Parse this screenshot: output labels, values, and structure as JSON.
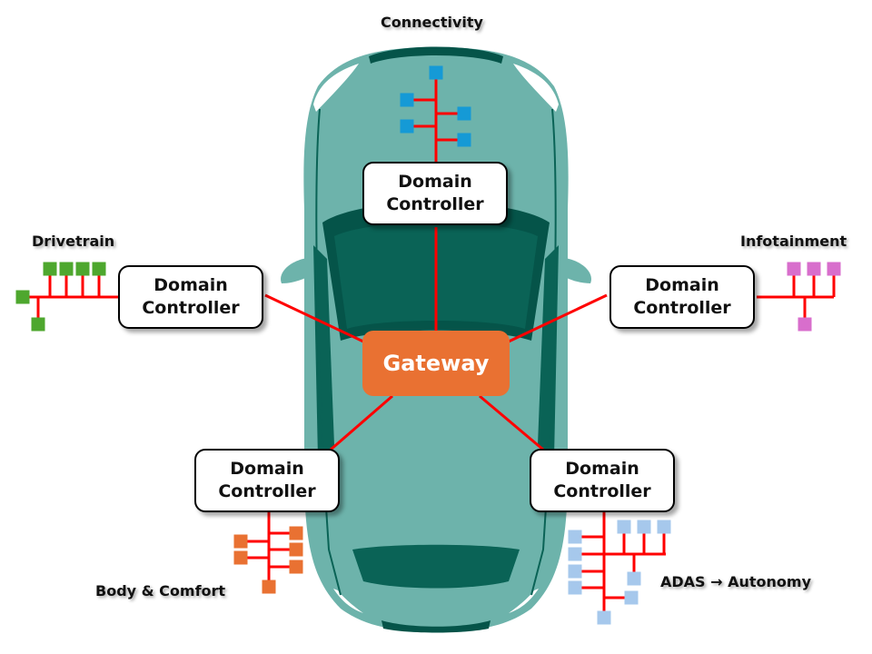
{
  "diagram": {
    "gateway": {
      "label": "Gateway",
      "color": "#e97132"
    },
    "link_color": "#ff0000",
    "car_colors": {
      "body": "#6db3ab",
      "dark": "#0a6356",
      "darker": "#055449"
    },
    "domains": [
      {
        "id": "connectivity",
        "title": "Connectivity",
        "controller": [
          "Domain",
          "Controller"
        ],
        "node_color": "#159ad6",
        "node_count": 5
      },
      {
        "id": "drivetrain",
        "title": "Drivetrain",
        "controller": [
          "Domain",
          "Controller"
        ],
        "node_color": "#4ea72e",
        "node_count": 6
      },
      {
        "id": "infotainment",
        "title": "Infotainment",
        "controller": [
          "Domain",
          "Controller"
        ],
        "node_color": "#d86ecc",
        "node_count": 4
      },
      {
        "id": "body-comfort",
        "title": "Body & Comfort",
        "controller": [
          "Domain",
          "Controller"
        ],
        "node_color": "#e97132",
        "node_count": 6
      },
      {
        "id": "adas",
        "title": "ADAS → Autonomy",
        "controller": [
          "Domain",
          "Controller"
        ],
        "node_color": "#a6c8ec",
        "node_count": 10
      }
    ]
  }
}
